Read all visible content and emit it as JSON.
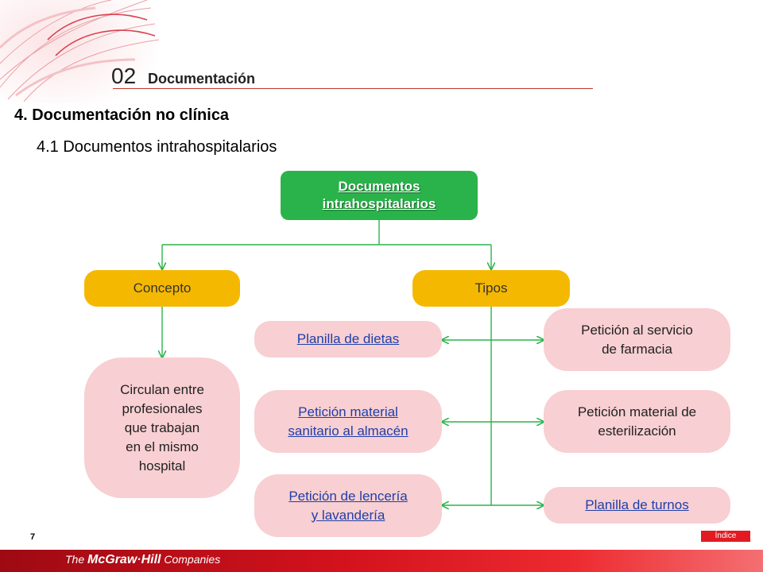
{
  "header": {
    "chapter_number": "02",
    "chapter_title": "Documentación"
  },
  "section_title": "4. Documentación no clínica",
  "subsection_title": "4.1 Documentos intrahospitalarios",
  "diagram": {
    "root": {
      "line1": "Documentos",
      "line2": "intrahospitalarios"
    },
    "concept": {
      "label": "Concepto",
      "description": [
        "Circulan entre",
        "profesionales",
        "que trabajan",
        "en el mismo",
        "hospital"
      ]
    },
    "types": {
      "label": "Tipos",
      "left": [
        {
          "lines": [
            "Planilla de dietas"
          ]
        },
        {
          "lines": [
            "Petición material",
            "sanitario al almacén"
          ]
        },
        {
          "lines": [
            "Petición de lencería",
            "y lavandería"
          ]
        }
      ],
      "right": [
        {
          "lines": [
            "Petición al servicio",
            "de farmacia"
          ]
        },
        {
          "lines": [
            "Petición material de",
            "esterilización"
          ]
        },
        {
          "lines": [
            "Planilla de turnos"
          ]
        }
      ]
    }
  },
  "colors": {
    "root": "#2bb34b",
    "category": "#f5b800",
    "item": "#f8cfd2",
    "connector": "#2bb34b",
    "link_text": "#1f3fa8"
  },
  "footer": {
    "page_number": "7",
    "index_label": "Índice",
    "brand_the": "The",
    "brand_name": "McGraw·Hill",
    "brand_suffix": "Companies"
  }
}
